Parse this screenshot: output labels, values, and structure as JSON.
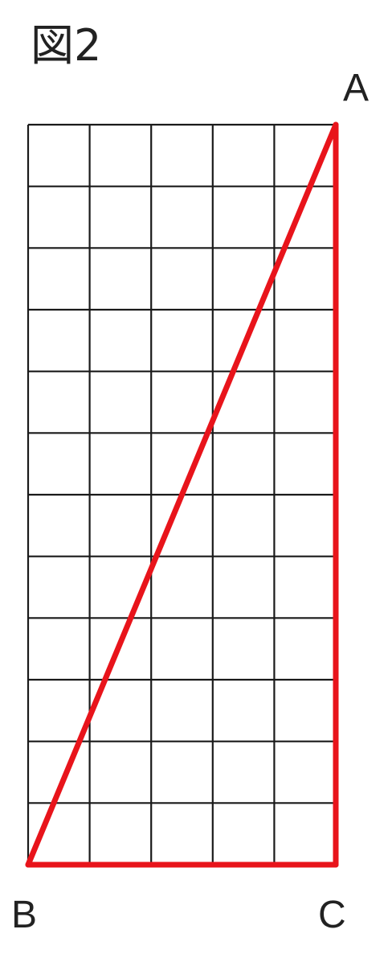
{
  "figure": {
    "title": "図2",
    "grid": {
      "columns": 5,
      "rows": 12
    },
    "vertices": {
      "A": {
        "label": "A",
        "col": 5,
        "row": 0
      },
      "B": {
        "label": "B",
        "col": 0,
        "row": 12
      },
      "C": {
        "label": "C",
        "col": 5,
        "row": 12
      }
    },
    "triangle_edges": [
      [
        "A",
        "B"
      ],
      [
        "B",
        "C"
      ],
      [
        "C",
        "A"
      ]
    ],
    "colors": {
      "grid": "#1a1a1a",
      "triangle": "#e8141b",
      "text": "#222222"
    }
  }
}
